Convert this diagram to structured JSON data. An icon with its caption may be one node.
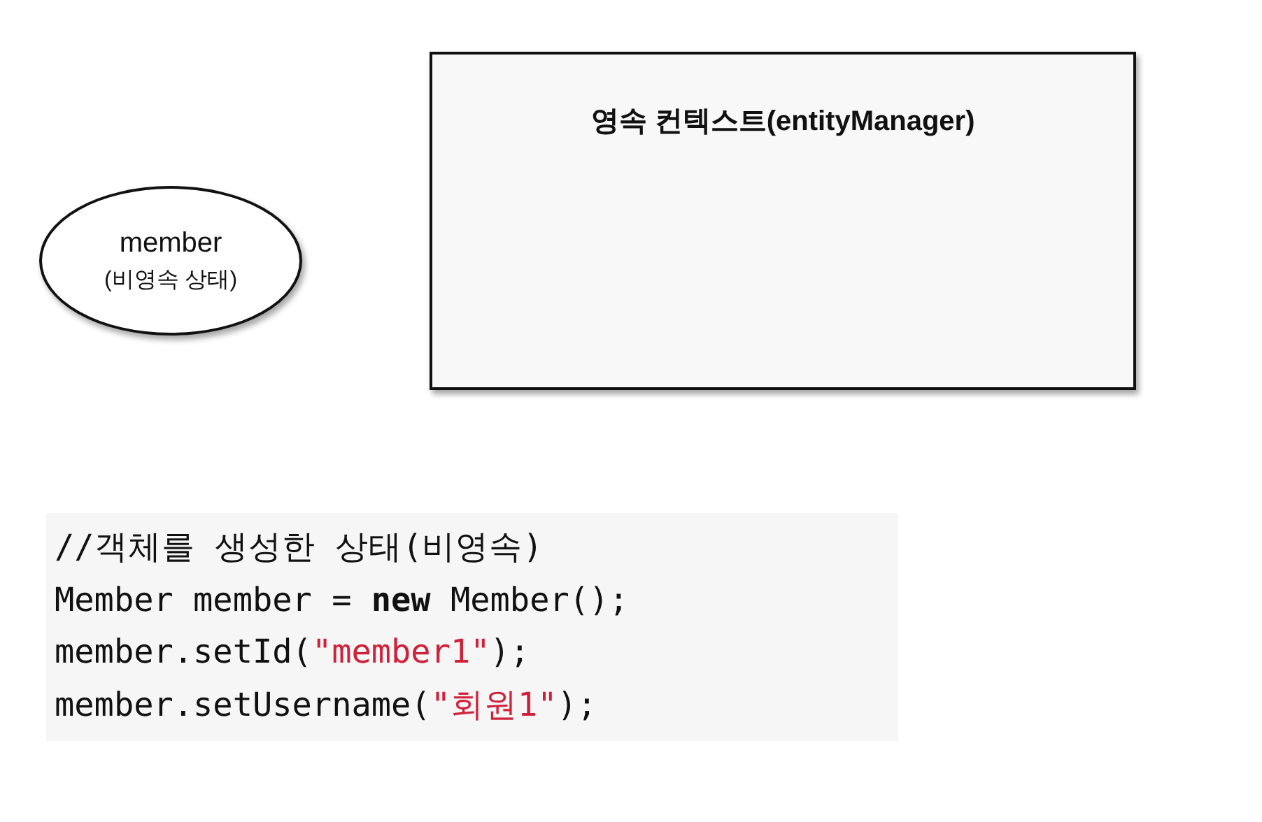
{
  "diagram": {
    "nodes": [
      {
        "text": [
          "member",
          "(비영속 상태)"
        ]
      },
      {
        "text": [
          "영속 컨텍스트(entityManager)"
        ]
      }
    ],
    "labels": [
      "//객체를 생성한 상태(비영속)",
      "Member member = **new** Member();",
      "member.setId(\"member1\");",
      "member.setUsername(\"회원1\");"
    ]
  }
}
